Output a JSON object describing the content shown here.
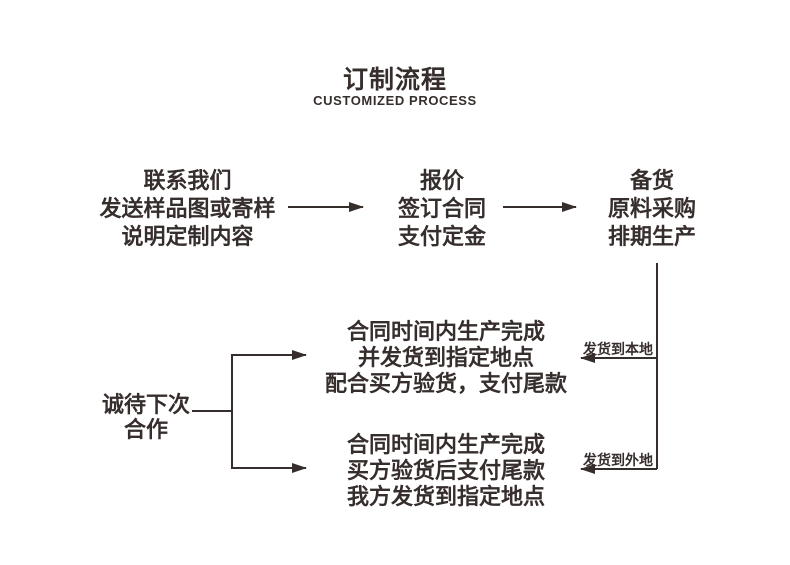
{
  "header": {
    "title": "订制流程",
    "subtitle": "CUSTOMIZED PROCESS"
  },
  "steps": [
    {
      "lines": [
        "联系我们",
        "发送样品图或寄样",
        "说明定制内容"
      ]
    },
    {
      "lines": [
        "报价",
        "签订合同",
        "支付定金"
      ]
    },
    {
      "lines": [
        "备货",
        "原料采购",
        "排期生产"
      ]
    }
  ],
  "outcomes": [
    {
      "lines": [
        "合同时间内生产完成",
        "并发货到指定地点",
        "配合买方验货，支付尾款"
      ],
      "branch_label": "发货到本地"
    },
    {
      "lines": [
        "合同时间内生产完成",
        "买方验货后支付尾款",
        "我方发货到指定地点"
      ],
      "branch_label": "发货到外地"
    }
  ],
  "loop": {
    "lines": [
      "诚待下次",
      "合作"
    ]
  },
  "colors": {
    "text": "#362e2c",
    "line": "#362e2c",
    "background": "#ffffff"
  }
}
